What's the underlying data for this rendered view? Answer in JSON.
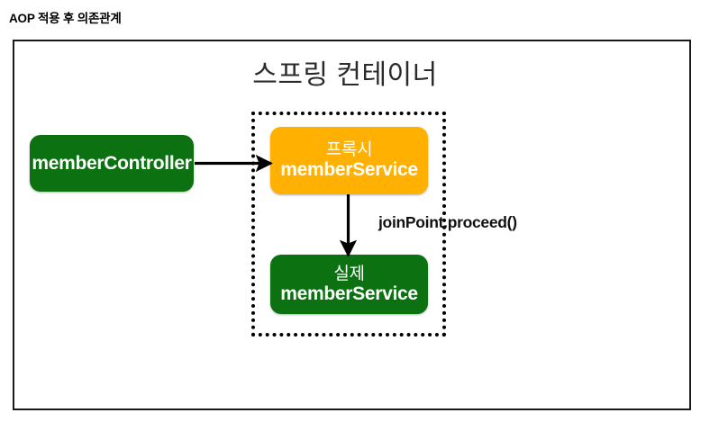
{
  "caption": "AOP 적용 후 의존관계",
  "diagram": {
    "container_title": "스프링 컨테이너",
    "nodes": {
      "controller": {
        "label": "memberController",
        "color": "#0b7111",
        "text_color": "#ffffff"
      },
      "proxy": {
        "line1": "프록시",
        "line2": "memberService",
        "color": "#ffb000",
        "text_color": "#ffffff"
      },
      "real": {
        "line1": "실제",
        "line2": "memberService",
        "color": "#0b7111",
        "text_color": "#ffffff"
      }
    },
    "edges": {
      "controller_to_proxy": {
        "label": ""
      },
      "proxy_to_real": {
        "label": "joinPoint.proceed()"
      }
    },
    "region": {
      "name": "proxy-region",
      "border_style": "dotted",
      "border_color": "#000000"
    },
    "frame_border_color": "#1a1a1a"
  }
}
